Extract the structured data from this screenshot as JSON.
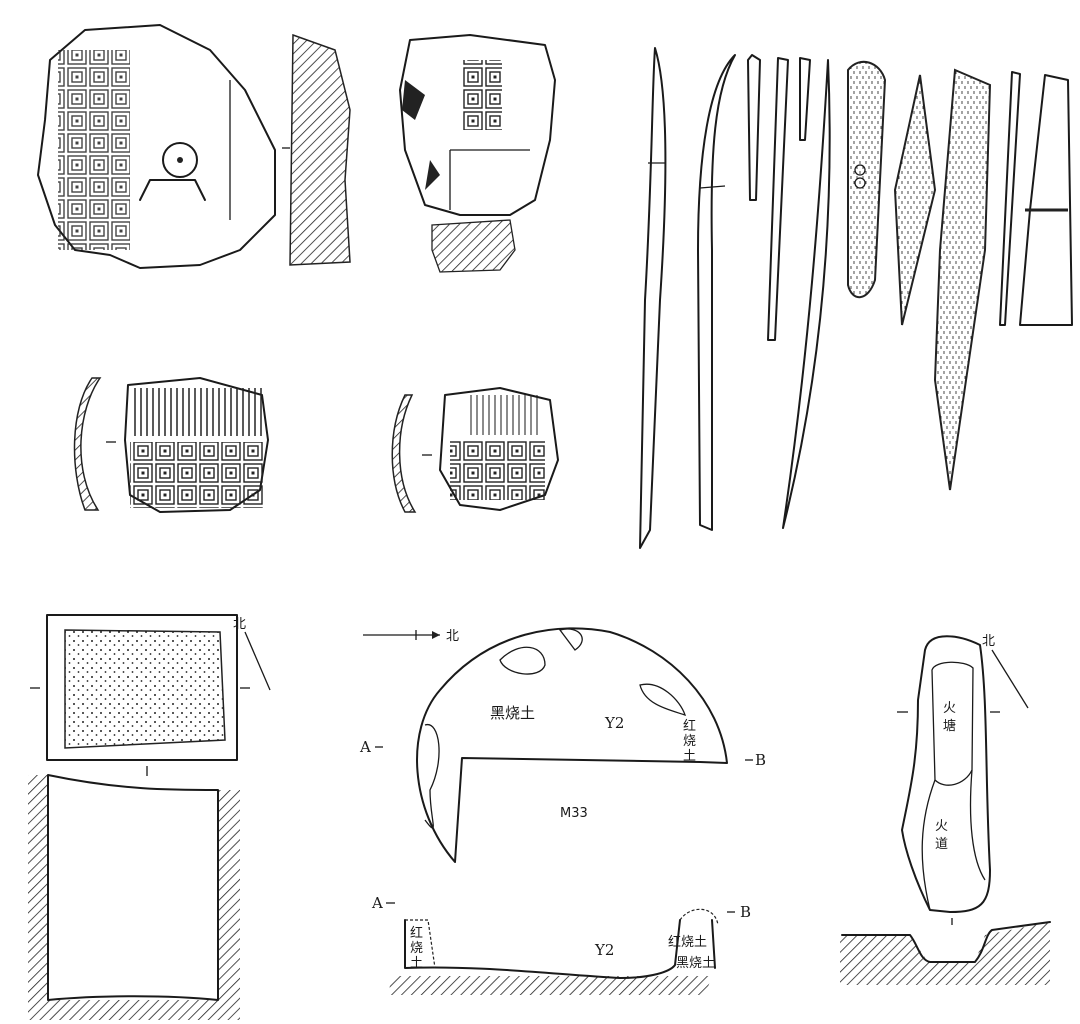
{
  "colors": {
    "ink": "#1a1a1a",
    "paper": "#ffffff"
  },
  "kiln_plan": {
    "north": "北",
    "black_soil": "黑烧土",
    "kiln_id": "Y2",
    "red_soil_1": "红",
    "red_soil_2": "烧",
    "red_soil_3": "土",
    "point_a": "A",
    "point_b": "B",
    "tomb_id": "M33"
  },
  "kiln_section": {
    "point_a": "A",
    "point_b": "B",
    "kiln_id": "Y2",
    "red_soil_1": "红",
    "red_soil_2": "烧",
    "red_soil_3": "土",
    "red_soil_right": "红烧土",
    "black_soil_right": "黑烧土"
  },
  "hearth": {
    "north": "北",
    "fire_pit_1": "火",
    "fire_pit_2": "塘",
    "flue_1": "火",
    "flue_2": "道"
  },
  "pit": {
    "north": "北"
  }
}
